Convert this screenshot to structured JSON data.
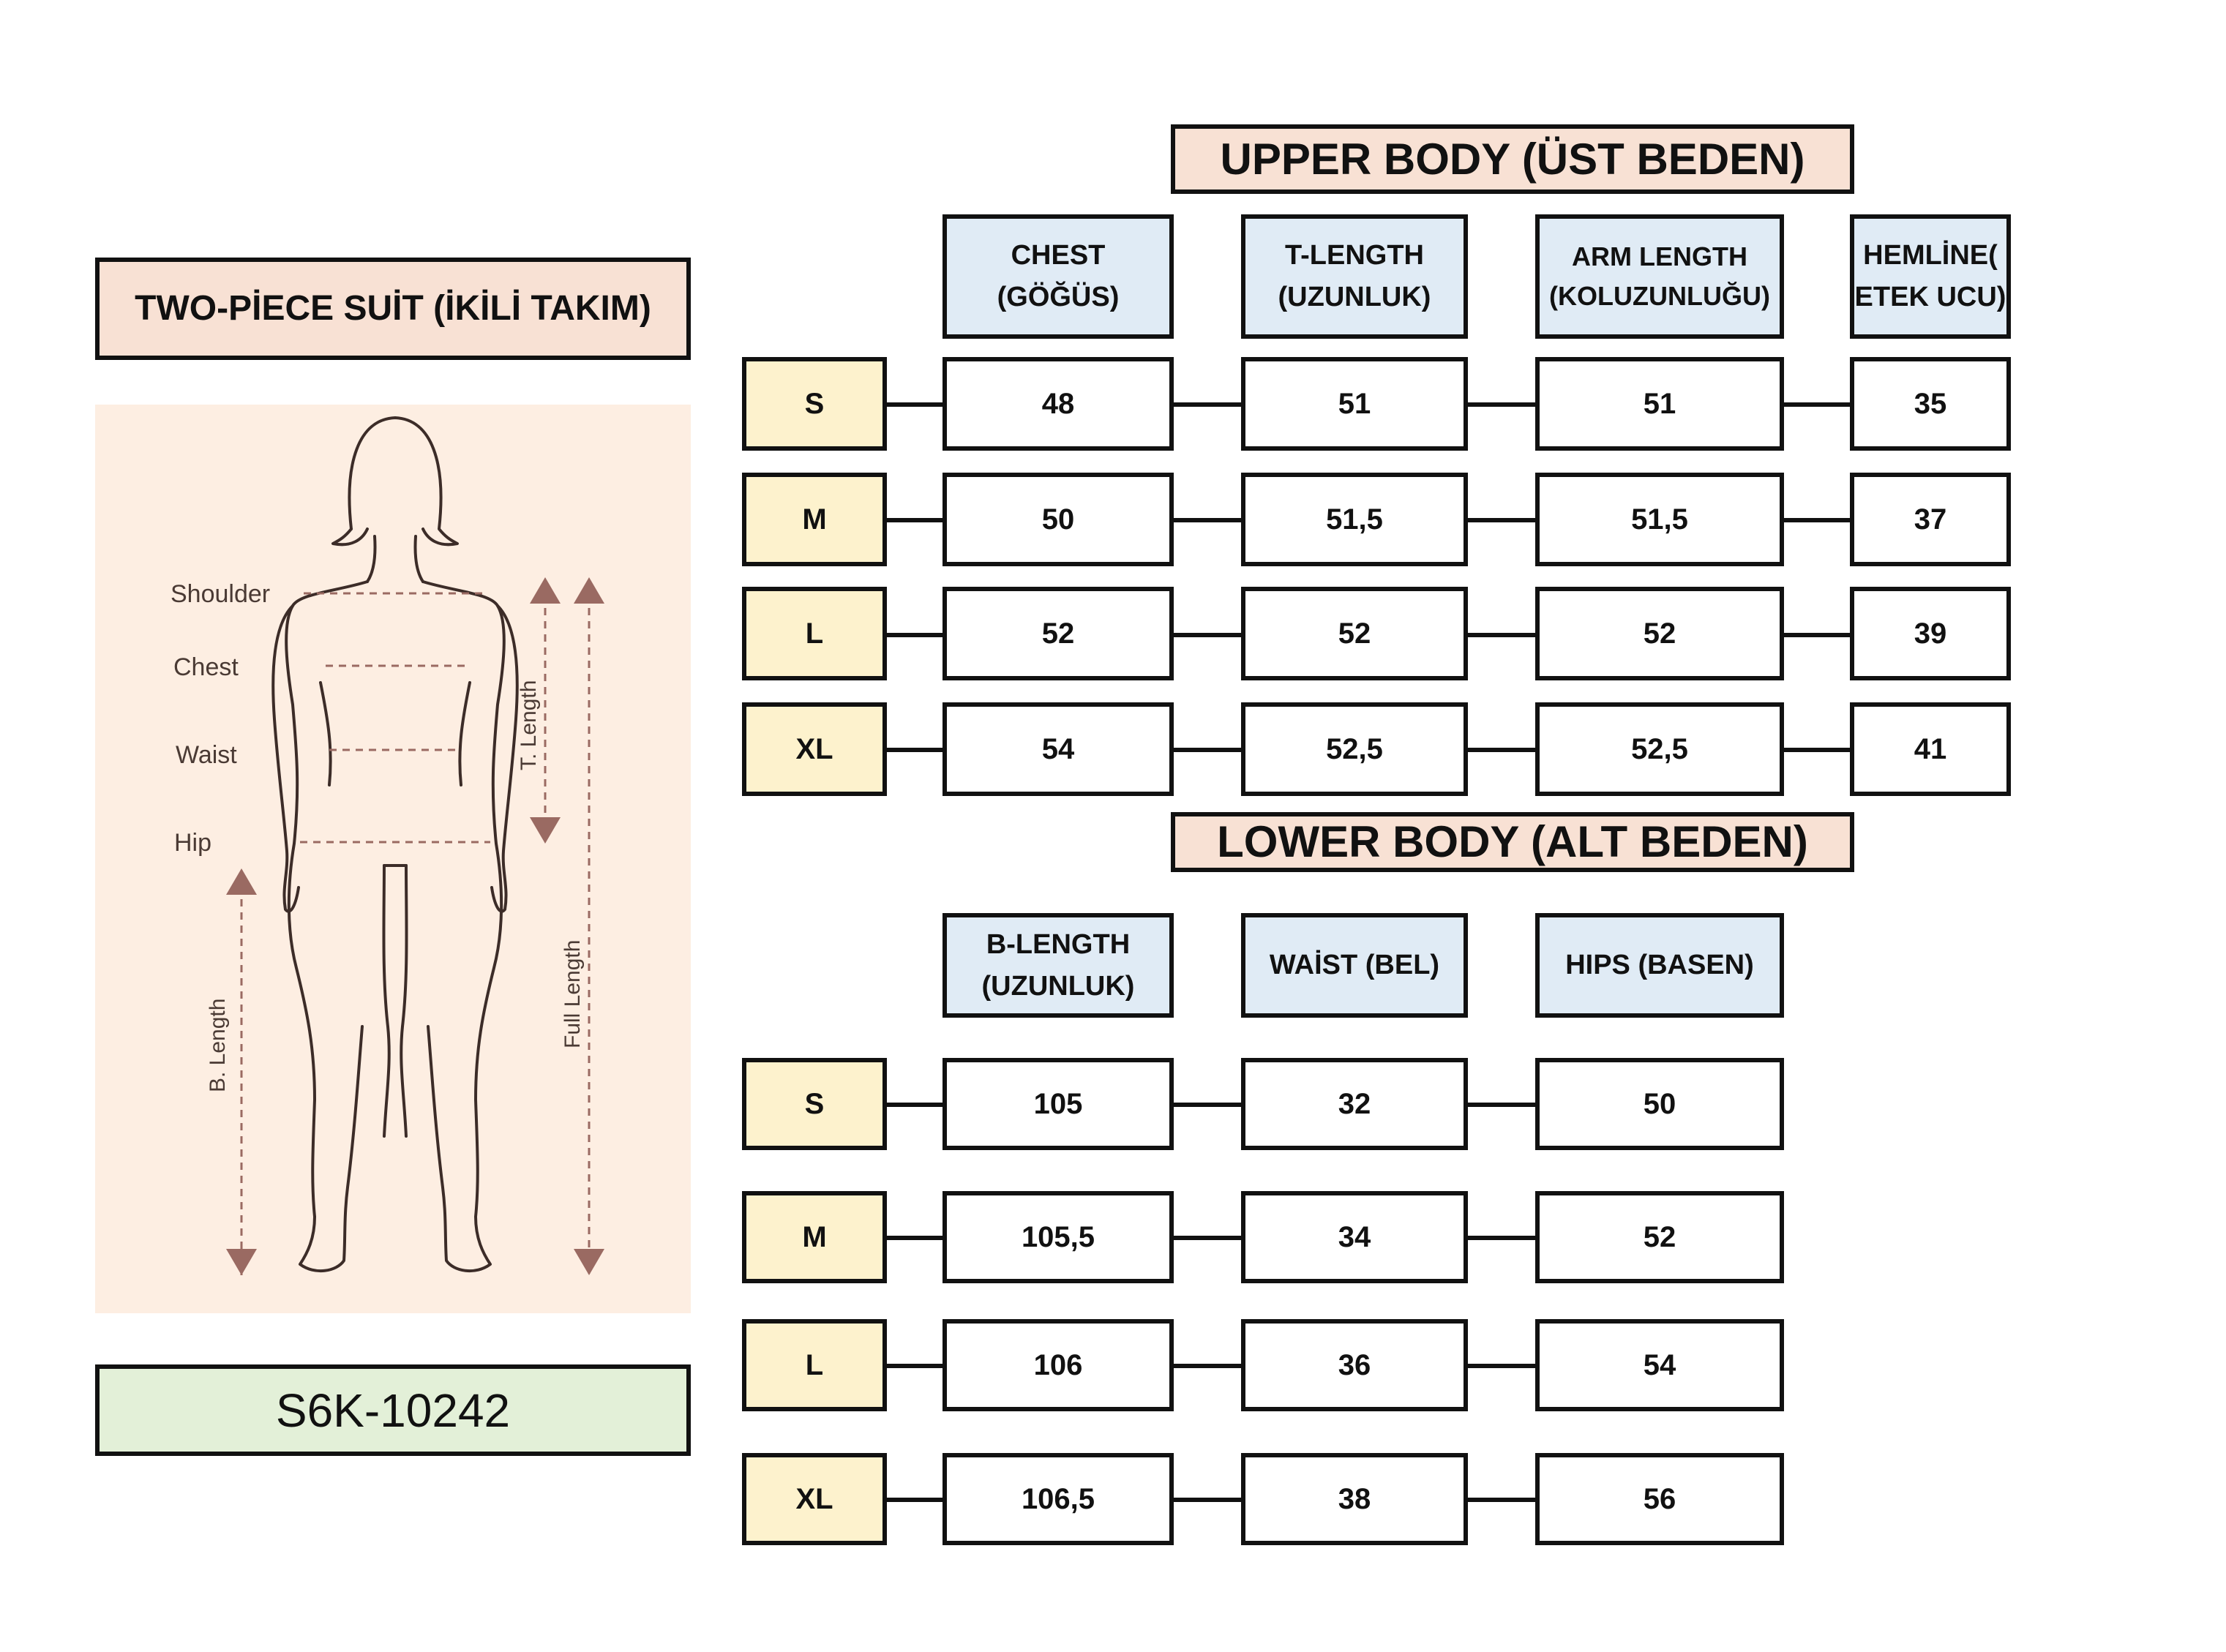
{
  "left": {
    "suit_title": "TWO-PİECE SUİT (İKİLİ TAKIM)",
    "product_code": "S6K-10242",
    "figure": {
      "labels": {
        "shoulder": "Shoulder",
        "chest": "Chest",
        "waist": "Waist",
        "hip": "Hip",
        "t_length": "T. Length",
        "b_length": "B. Length",
        "full_length": "Full Length"
      }
    }
  },
  "upper": {
    "title": "UPPER BODY (ÜST BEDEN)",
    "headers": [
      "CHEST\n(GÖĞÜS)",
      "T-LENGTH\n(UZUNLUK)",
      "ARM LENGTH\n(KOLUZUNLUĞU)",
      "HEMLİNE(\nETEK UCU)"
    ],
    "rows": [
      {
        "size": "S",
        "values": [
          "48",
          "51",
          "51",
          "35"
        ]
      },
      {
        "size": "M",
        "values": [
          "50",
          "51,5",
          "51,5",
          "37"
        ]
      },
      {
        "size": "L",
        "values": [
          "52",
          "52",
          "52",
          "39"
        ]
      },
      {
        "size": "XL",
        "values": [
          "54",
          "52,5",
          "52,5",
          "41"
        ]
      }
    ]
  },
  "lower": {
    "title": "LOWER BODY (ALT BEDEN)",
    "headers": [
      "B-LENGTH\n(UZUNLUK)",
      "WAİST   (BEL)",
      "HIPS (BASEN)"
    ],
    "rows": [
      {
        "size": "S",
        "values": [
          "105",
          "32",
          "50"
        ]
      },
      {
        "size": "M",
        "values": [
          "105,5",
          "34",
          "52"
        ]
      },
      {
        "size": "L",
        "values": [
          "106",
          "36",
          "54"
        ]
      },
      {
        "size": "XL",
        "values": [
          "106,5",
          "38",
          "56"
        ]
      }
    ]
  },
  "colors": {
    "title_fill": "#f8e1d4",
    "header_fill": "#e0ebf5",
    "size_fill": "#fdf2cd",
    "code_fill": "#e3f0d8",
    "figure_bg": "#fdeee2",
    "figure_line": "#3c2c28",
    "measure_line": "#9a6a62"
  }
}
